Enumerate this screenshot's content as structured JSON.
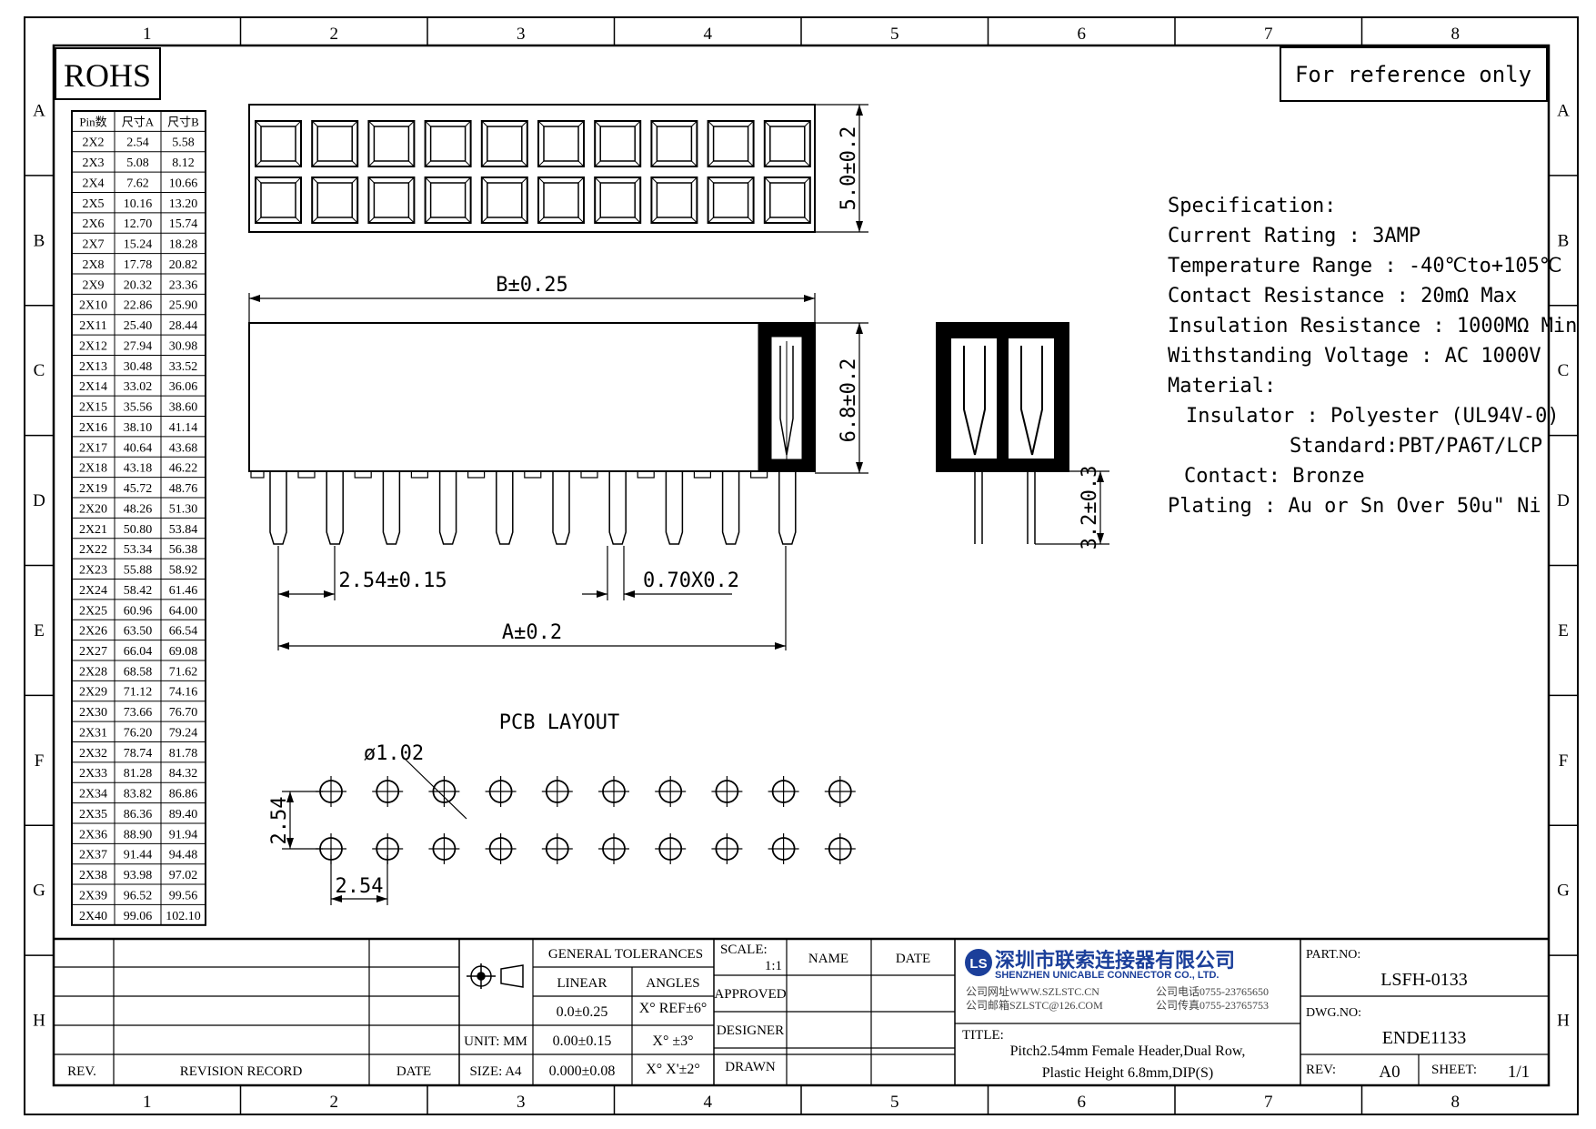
{
  "frame": {
    "columns": [
      "1",
      "2",
      "3",
      "4",
      "5",
      "6",
      "7",
      "8"
    ],
    "rows": [
      "A",
      "B",
      "C",
      "D",
      "E",
      "F",
      "G",
      "H"
    ]
  },
  "rohs_label": "ROHS",
  "reference_note": "For reference only",
  "pin_table": {
    "headers": [
      "Pin数",
      "尺寸A",
      "尺寸B"
    ],
    "rows": [
      [
        "2X2",
        "2.54",
        "5.58"
      ],
      [
        "2X3",
        "5.08",
        "8.12"
      ],
      [
        "2X4",
        "7.62",
        "10.66"
      ],
      [
        "2X5",
        "10.16",
        "13.20"
      ],
      [
        "2X6",
        "12.70",
        "15.74"
      ],
      [
        "2X7",
        "15.24",
        "18.28"
      ],
      [
        "2X8",
        "17.78",
        "20.82"
      ],
      [
        "2X9",
        "20.32",
        "23.36"
      ],
      [
        "2X10",
        "22.86",
        "25.90"
      ],
      [
        "2X11",
        "25.40",
        "28.44"
      ],
      [
        "2X12",
        "27.94",
        "30.98"
      ],
      [
        "2X13",
        "30.48",
        "33.52"
      ],
      [
        "2X14",
        "33.02",
        "36.06"
      ],
      [
        "2X15",
        "35.56",
        "38.60"
      ],
      [
        "2X16",
        "38.10",
        "41.14"
      ],
      [
        "2X17",
        "40.64",
        "43.68"
      ],
      [
        "2X18",
        "43.18",
        "46.22"
      ],
      [
        "2X19",
        "45.72",
        "48.76"
      ],
      [
        "2X20",
        "48.26",
        "51.30"
      ],
      [
        "2X21",
        "50.80",
        "53.84"
      ],
      [
        "2X22",
        "53.34",
        "56.38"
      ],
      [
        "2X23",
        "55.88",
        "58.92"
      ],
      [
        "2X24",
        "58.42",
        "61.46"
      ],
      [
        "2X25",
        "60.96",
        "64.00"
      ],
      [
        "2X26",
        "63.50",
        "66.54"
      ],
      [
        "2X27",
        "66.04",
        "69.08"
      ],
      [
        "2X28",
        "68.58",
        "71.62"
      ],
      [
        "2X29",
        "71.12",
        "74.16"
      ],
      [
        "2X30",
        "73.66",
        "76.70"
      ],
      [
        "2X31",
        "76.20",
        "79.24"
      ],
      [
        "2X32",
        "78.74",
        "81.78"
      ],
      [
        "2X33",
        "81.28",
        "84.32"
      ],
      [
        "2X34",
        "83.82",
        "86.86"
      ],
      [
        "2X35",
        "86.36",
        "89.40"
      ],
      [
        "2X36",
        "88.90",
        "91.94"
      ],
      [
        "2X37",
        "91.44",
        "94.48"
      ],
      [
        "2X38",
        "93.98",
        "97.02"
      ],
      [
        "2X39",
        "96.52",
        "99.56"
      ],
      [
        "2X40",
        "99.06",
        "102.10"
      ]
    ]
  },
  "drawing": {
    "top_view_pins_per_row": 10,
    "dim_height_top": "5.0±0.2",
    "dim_b": "B±0.25",
    "dim_height_body": "6.8±0.2",
    "dim_pitch": "2.54±0.15",
    "dim_pin_width": "0.70X0.2",
    "dim_a": "A±0.2",
    "dim_tail": "3.2±0.3"
  },
  "pcb_layout": {
    "title": "PCB LAYOUT",
    "hole_label": "ø1.02",
    "pitch_vertical": "2.54",
    "pitch_horizontal": "2.54",
    "holes_per_row": 10
  },
  "specification": {
    "lines": [
      "Specification:",
      "Current Rating : 3AMP",
      "Temperature Range : -40℃to+105℃",
      "Contact Resistance : 20mΩ Max",
      "Insulation Resistance : 1000MΩ Min",
      "Withstanding Voltage : AC 1000V",
      "Material:",
      "Insulator : Polyester (UL94V-0)",
      "Standard:PBT/PA6T/LCP",
      "Contact: Bronze",
      "Plating : Au or Sn Over 50u\" Ni"
    ]
  },
  "title_block": {
    "rev_label": "REV.",
    "revision_record_label": "REVISION RECORD",
    "date_label": "DATE",
    "unit_label": "UNIT: MM",
    "size_label": "SIZE: A4",
    "general_tolerances": "GENERAL TOLERANCES",
    "linear": "LINEAR",
    "angles": "ANGLES",
    "tol_linear": [
      "0.0±0.25",
      "0.00±0.15",
      "0.000±0.08"
    ],
    "tol_angles": [
      "X° REF±6°",
      "X° ±3°",
      "X° X'±2°"
    ],
    "scale_label": "SCALE:",
    "scale_value": "1:1",
    "name_label": "NAME",
    "date_label2": "DATE",
    "approved": "APPROVED",
    "designer": "DESIGNER",
    "drawn": "DRAWN",
    "company_cn": "深圳市联索连接器有限公司",
    "company_en": "SHENZHEN UNICABLE CONNECTOR CO., LTD.",
    "website": "公司网址WWW.SZLSTC.CN",
    "email": "公司邮箱SZLSTC@126.COM",
    "phone": "公司电话0755-23765650",
    "fax": "公司传真0755-23765753",
    "title_label": "TITLE:",
    "title_line1": "Pitch2.54mm Female Header,Dual Row,",
    "title_line2": "Plastic Height 6.8mm,DIP(S)",
    "part_no_label": "PART.NO:",
    "part_no": "LSFH-0133",
    "dwg_no_label": "DWG.NO:",
    "dwg_no": "ENDE1133",
    "rev_label2": "REV:",
    "rev_value": "A0",
    "sheet_label": "SHEET:",
    "sheet_value": "1/1"
  }
}
